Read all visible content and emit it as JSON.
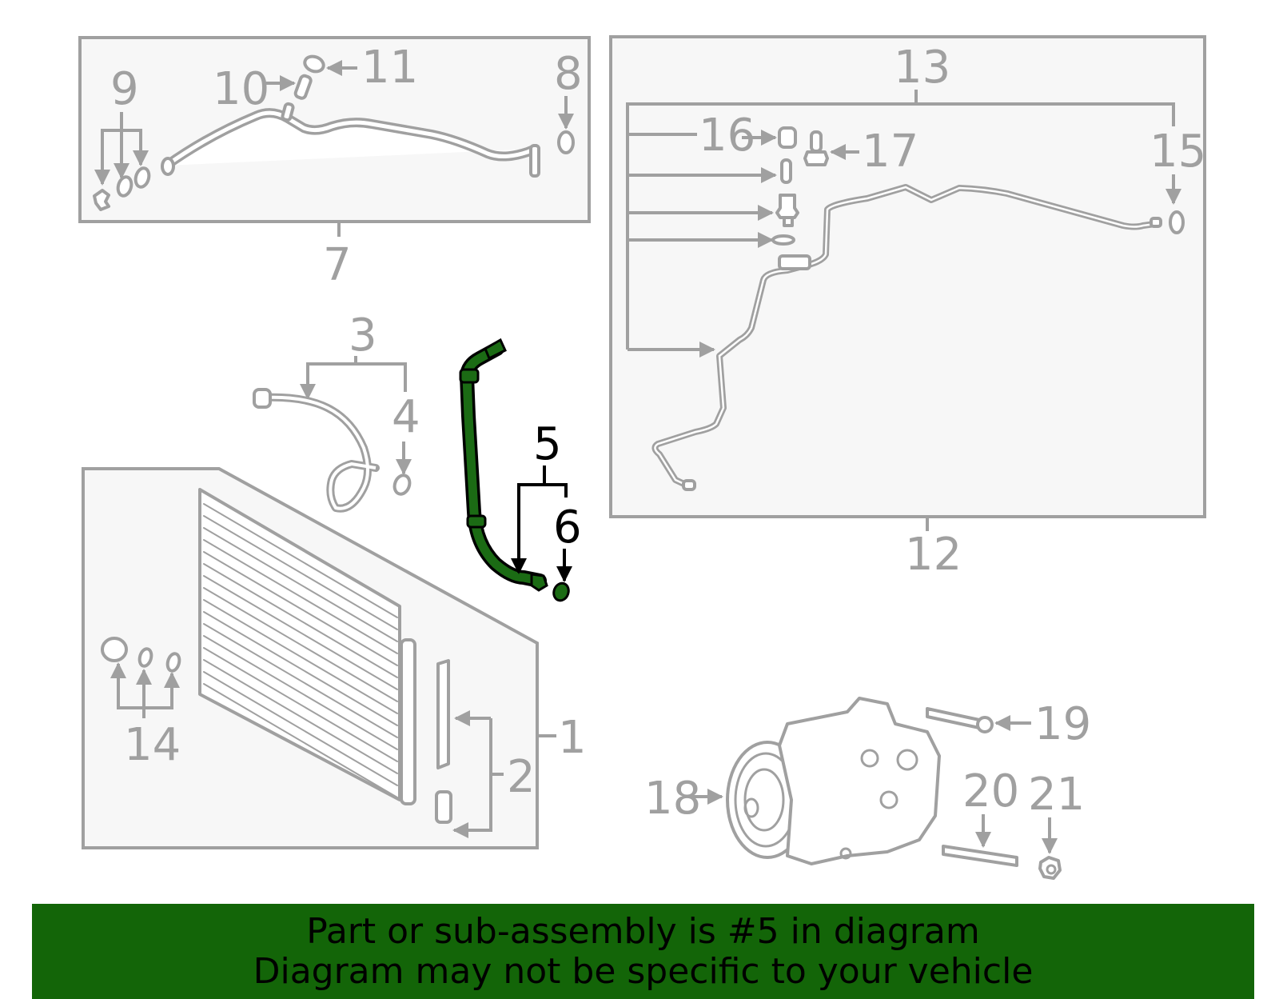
{
  "diagram": {
    "highlighted_part": "5",
    "colors": {
      "line_gray": "#a0a0a0",
      "box_fill": "#f7f7f7",
      "highlight_green": "#1b6b14",
      "highlight_outline": "#000000",
      "banner_green": "#136508"
    },
    "callouts": {
      "c1": "1",
      "c2": "2",
      "c3": "3",
      "c4": "4",
      "c5": "5",
      "c6": "6",
      "c7": "7",
      "c8": "8",
      "c9": "9",
      "c10": "10",
      "c11": "11",
      "c12": "12",
      "c13": "13",
      "c14": "14",
      "c15": "15",
      "c16": "16",
      "c17": "17",
      "c18": "18",
      "c19": "19",
      "c20": "20",
      "c21": "21"
    },
    "groups": [
      {
        "name": "suction-pipe-group",
        "callout": "7",
        "includes": [
          "8",
          "9",
          "10",
          "11"
        ]
      },
      {
        "name": "liquid-line-group",
        "callout": "12",
        "sub": "13",
        "includes": [
          "15",
          "16",
          "17"
        ]
      },
      {
        "name": "condenser-group",
        "callout": "1",
        "includes": [
          "2",
          "14"
        ]
      },
      {
        "name": "discharge-hose-group",
        "callout": "3",
        "includes": [
          "4"
        ]
      },
      {
        "name": "hose-group-highlighted",
        "callout": "5",
        "includes": [
          "6"
        ]
      },
      {
        "name": "compressor-group",
        "callout": "18",
        "includes": [
          "19",
          "20",
          "21"
        ]
      }
    ]
  },
  "banner": {
    "line1": "Part or sub-assembly is #5 in diagram",
    "line2": "Diagram may not be specific to your vehicle"
  }
}
